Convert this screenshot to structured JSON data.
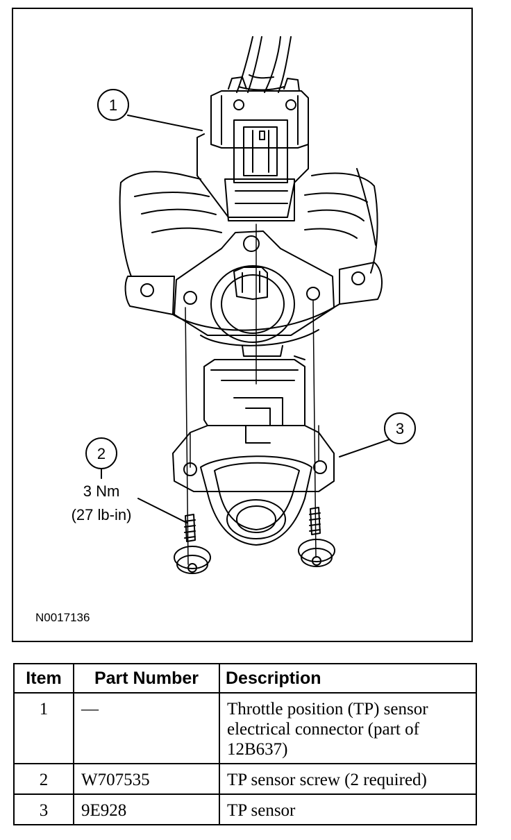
{
  "figure": {
    "callouts": [
      {
        "number": "1"
      },
      {
        "number": "2",
        "torque_nm": "3 Nm",
        "torque_lbin": "(27 lb-in)"
      },
      {
        "number": "3"
      }
    ],
    "figure_id": "N0017136"
  },
  "table": {
    "headers": [
      "Item",
      "Part Number",
      "Description"
    ],
    "rows": [
      {
        "item": "1",
        "part_number": "—",
        "description": "Throttle position (TP) sensor electrical connector (part of 12B637)"
      },
      {
        "item": "2",
        "part_number": "W707535",
        "description": "TP sensor screw (2 required)"
      },
      {
        "item": "3",
        "part_number": "9E928",
        "description": "TP sensor"
      }
    ]
  }
}
